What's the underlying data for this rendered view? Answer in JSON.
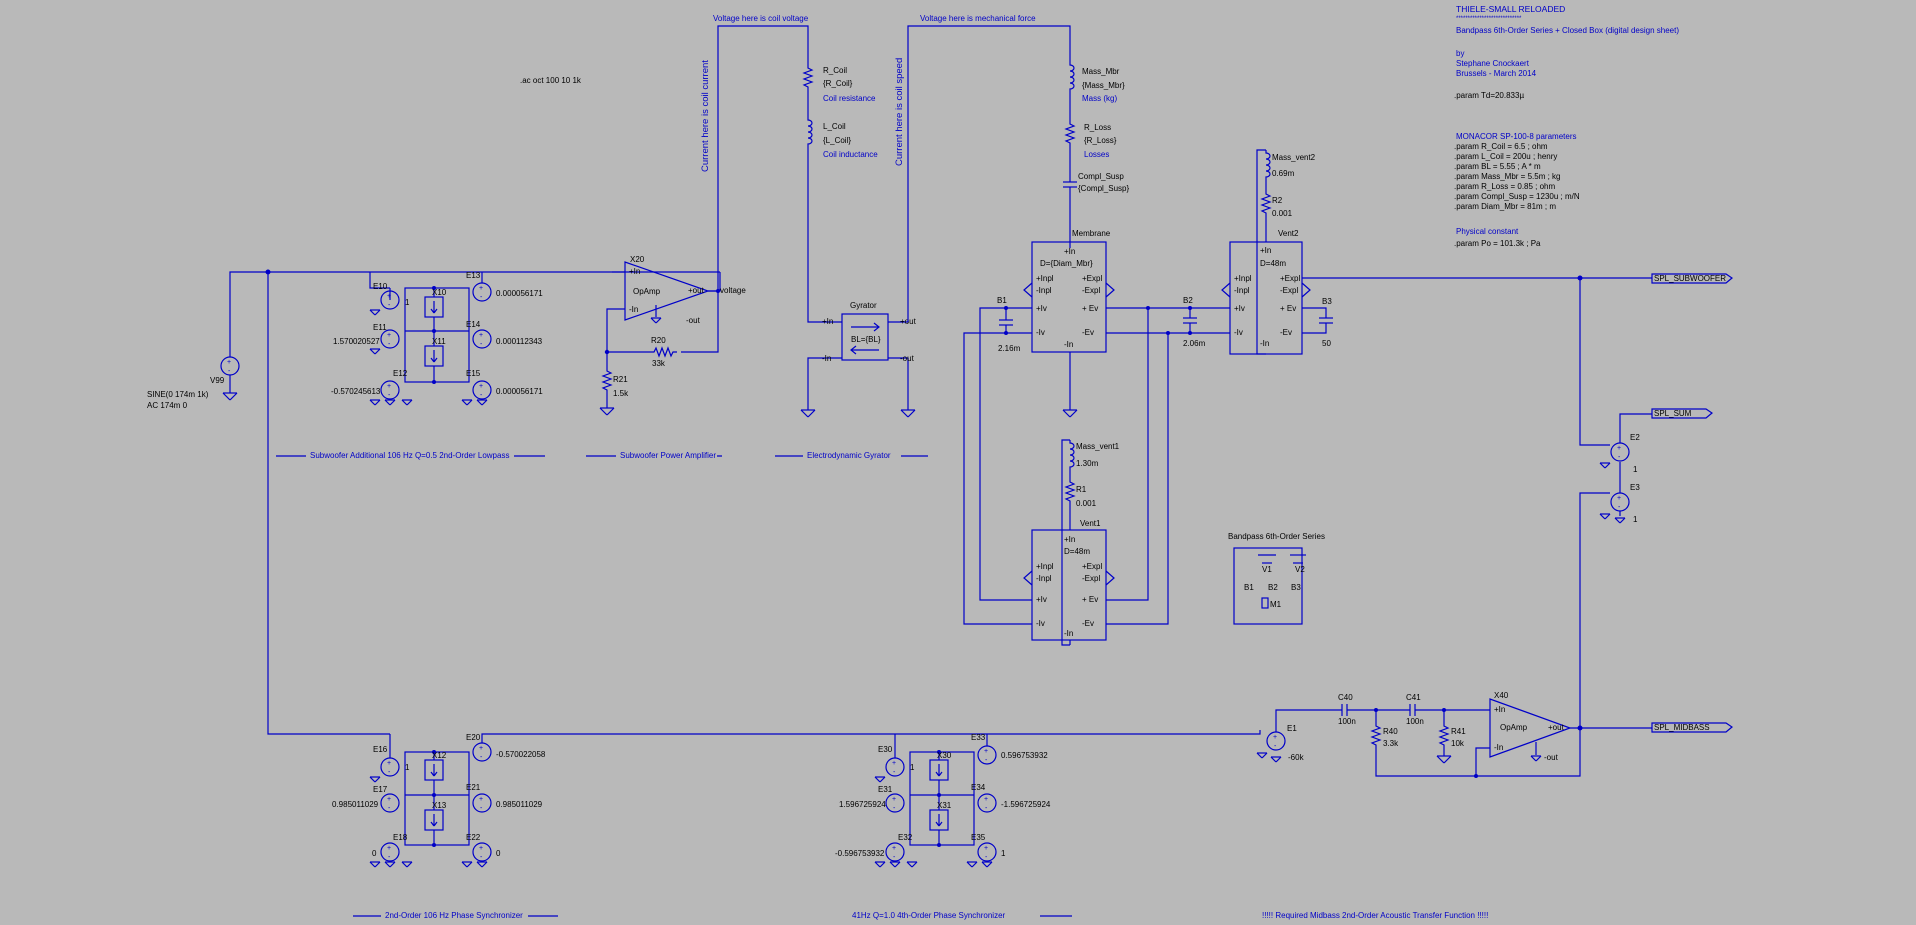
{
  "header": {
    "title": "THIELE-SMALL RELOADED",
    "underline": "****************************",
    "subtitle": "Bandpass 6th-Order Series + Closed Box (digital design sheet)",
    "by": "by",
    "author": "Stephane Cnockaert",
    "place": "Brussels - March 2014",
    "param_td": ".param Td=20.833µ"
  },
  "params": {
    "heading": "MONACOR SP-100-8 parameters",
    "lines": [
      ".param R_Coil = 6.5 ; ohm",
      ".param L_Coil = 200u ; henry",
      ".param BL = 5.55 ; A * m",
      ".param Mass_Mbr = 5.5m ; kg",
      ".param R_Loss = 0.85 ; ohm",
      ".param Compl_Susp = 1230u ; m/N",
      ".param Diam_Mbr = 81m ; m"
    ],
    "physical_heading": "Physical constant",
    "physical_line": ".param Po = 101.3k ; Pa"
  },
  "directive": ".ac oct 100 10 1k",
  "source": {
    "name": "V99",
    "line1": "SINE(0 174m 1k)",
    "line2": "AC 174m 0"
  },
  "notes": {
    "coil_voltage": "Voltage here is coil voltage",
    "coil_current": "Current here is coil current",
    "mech_force": "Voltage here is mechanical force",
    "coil_speed": "Current here is coil speed"
  },
  "sections": {
    "lowpass": "Subwoofer Additional 106 Hz Q=0.5 2nd-Order Lowpass",
    "power_amp": "Subwoofer Power Amplifier",
    "gyrator": "Electrodynamic Gyrator",
    "sync2": "2nd-Order 106 Hz Phase Synchronizer",
    "sync4": "41Hz Q=1.0 4th-Order Phase Synchronizer",
    "midbass": "!!!!! Required Midbass 2nd-Order Acoustic Transfer Function !!!!!"
  },
  "lowpass": {
    "labels": [
      "E10",
      "E11",
      "E12",
      "E13",
      "E14",
      "E15",
      "X10",
      "X11"
    ],
    "left_values": [
      "1",
      "1.570020527",
      "-0.570245613"
    ],
    "right_values": [
      "0.000056171",
      "0.000112343",
      "0.000056171"
    ]
  },
  "sync2": {
    "labels": [
      "E16",
      "E17",
      "E18",
      "E20",
      "E21",
      "E22",
      "X12",
      "X13"
    ],
    "left_values": [
      "1",
      "0.985011029",
      "0"
    ],
    "right_values": [
      "-0.570022058",
      "0.985011029",
      "0"
    ]
  },
  "sync4": {
    "labels": [
      "E30",
      "E31",
      "E32",
      "E33",
      "E34",
      "E35",
      "X30",
      "X31"
    ],
    "left_values": [
      "1",
      "1.596725924",
      "-0.596753932"
    ],
    "right_values": [
      "0.596753932",
      "-1.596725924",
      "1"
    ]
  },
  "amp": {
    "name": "X20",
    "model": "OpAmp",
    "in_p": "+In",
    "in_n": "-In",
    "out": "+out",
    "out_n": "-out",
    "out_net": "voltage",
    "r20": "R20",
    "r20v": "33k",
    "r21": "R21",
    "r21v": "1.5k"
  },
  "coil": {
    "r": "R_Coil",
    "rv": "{R_Coil}",
    "rd": "Coil resistance",
    "l": "L_Coil",
    "lv": "{L_Coil}",
    "ld": "Coil inductance"
  },
  "gyr": {
    "name": "Gyrator",
    "inner": "BL={BL}",
    "in_p": "+In",
    "in_n": "-In",
    "out_p": "+out",
    "out_n": "-out"
  },
  "mech": {
    "m": "Mass_Mbr",
    "mv": "{Mass_Mbr}",
    "md": "Mass (kg)",
    "r": "R_Loss",
    "rv": "{R_Loss}",
    "rd": "Losses",
    "c": "Compl_Susp",
    "cv": "{Compl_Susp}"
  },
  "membrane": {
    "name": "Membrane",
    "param": "D={Diam_Mbr}",
    "pins": [
      "+In",
      "+Inpl",
      "-Inpl",
      "+Iv",
      "-Iv",
      "-In",
      "+Expl",
      "-Expl",
      "+ Ev",
      "-Ev"
    ]
  },
  "vent1": {
    "name": "Vent1",
    "param": "D=48m",
    "mass": "Mass_vent1",
    "massv": "1.30m",
    "r": "R1",
    "rv": "0.001",
    "pins": [
      "+In",
      "+Inpl",
      "-Inpl",
      "+Iv",
      "-Iv",
      "-In",
      "+Expl",
      "-Expl",
      "+ Ev",
      "-Ev"
    ]
  },
  "vent2": {
    "name": "Vent2",
    "param": "D=48m",
    "mass": "Mass_vent2",
    "massv": "0.69m",
    "r": "R2",
    "rv": "0.001",
    "pins": [
      "+In",
      "+Inpl",
      "-Inpl",
      "+Iv",
      "-Iv",
      "-In",
      "+Expl",
      "-Expl",
      "+ Ev",
      "-Ev"
    ]
  },
  "boxes": {
    "b1": "B1",
    "b1v": "2.16m",
    "b2": "B2",
    "b2v": "2.06m",
    "b3": "B3",
    "b3v": "50"
  },
  "legend": {
    "title": "Bandpass 6th-Order Series",
    "v1": "V1",
    "v2": "V2",
    "b1": "B1",
    "b2": "B2",
    "b3": "B3",
    "m1": "M1"
  },
  "outputs": {
    "subwoofer": "SPL_SUBWOOFER",
    "sum": "SPL_SUM",
    "midbass": "SPL_MIDBASS"
  },
  "sum": {
    "e2": "E2",
    "e3": "E3",
    "one": "1",
    "one2": "1"
  },
  "midbass": {
    "e1": "E1",
    "e1v": "-60k",
    "c40": "C40",
    "c40v": "100n",
    "c41": "C41",
    "c41v": "100n",
    "r40": "R40",
    "r40v": "3.3k",
    "r41": "R41",
    "r41v": "10k",
    "x40": "X40",
    "model": "OpAmp",
    "in_p": "+In",
    "in_n": "-In",
    "out": "+out",
    "out_n": "-out"
  },
  "colors": {
    "wire": "#0000c8",
    "background": "#b9b9b9",
    "text": "#000000"
  }
}
